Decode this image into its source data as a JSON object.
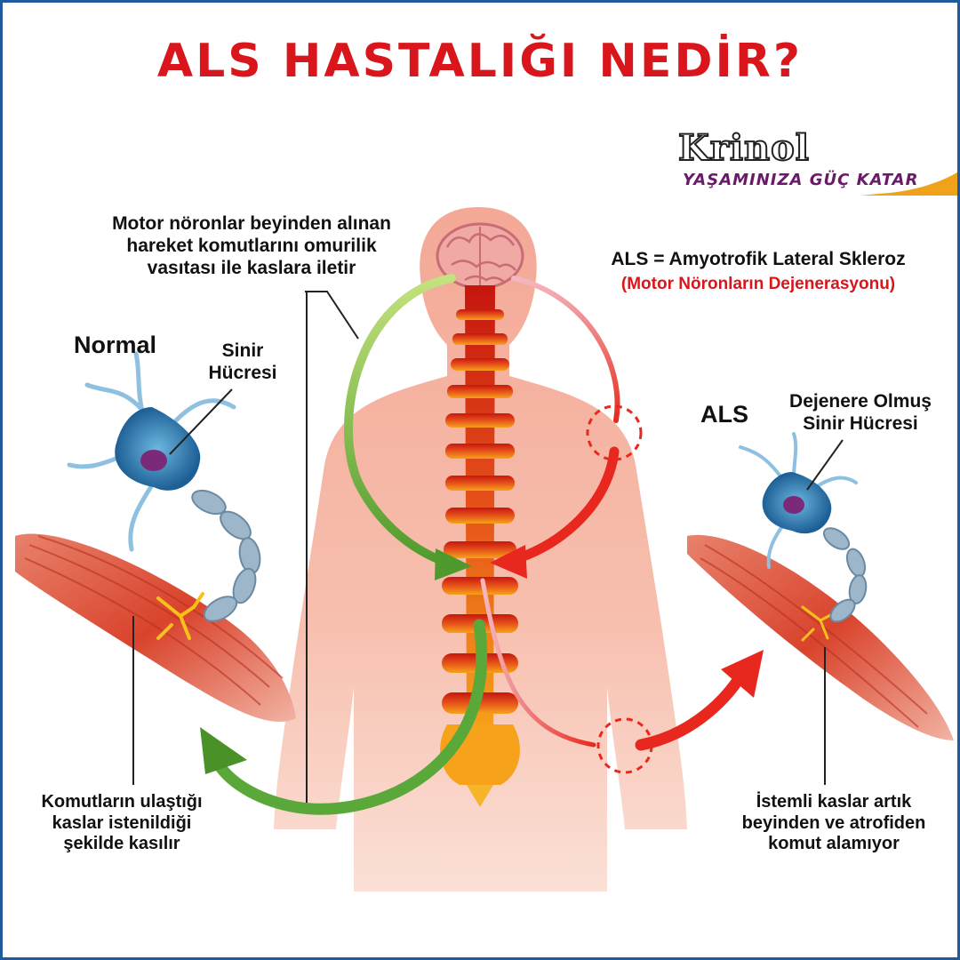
{
  "title": "ALS HASTALIĞI NEDİR?",
  "brand": {
    "name": "Krinol",
    "tagline": "YAŞAMINIZA GÜÇ KATAR"
  },
  "intro": [
    "Motor nöronlar beyinden alınan",
    "hareket komutlarını omurilik",
    "vasıtası ile kaslara iletir"
  ],
  "definition": {
    "line": "ALS = Amyotrofik Lateral Skleroz",
    "subline": "(Motor Nöronların Dejenerasyonu)"
  },
  "normal": {
    "heading": "Normal",
    "cell_label": [
      "Sinir",
      "Hücresi"
    ],
    "result": [
      "Komutların ulaştığı",
      "kaslar istenildiği",
      "şekilde kasılır"
    ]
  },
  "als": {
    "heading": "ALS",
    "cell_label": [
      "Dejenere Olmuş",
      "Sinir Hücresi"
    ],
    "result": [
      "İstemli kaslar artık",
      "beyinden ve atrofiden",
      "komut alamıyor"
    ]
  },
  "colors": {
    "title": "#d8161c",
    "frame": "#1f5a9e",
    "normal_arrow": "#5aa83a",
    "als_arrow": "#e8281e",
    "body": "#f6b9a8",
    "spine": "#d8301c"
  }
}
